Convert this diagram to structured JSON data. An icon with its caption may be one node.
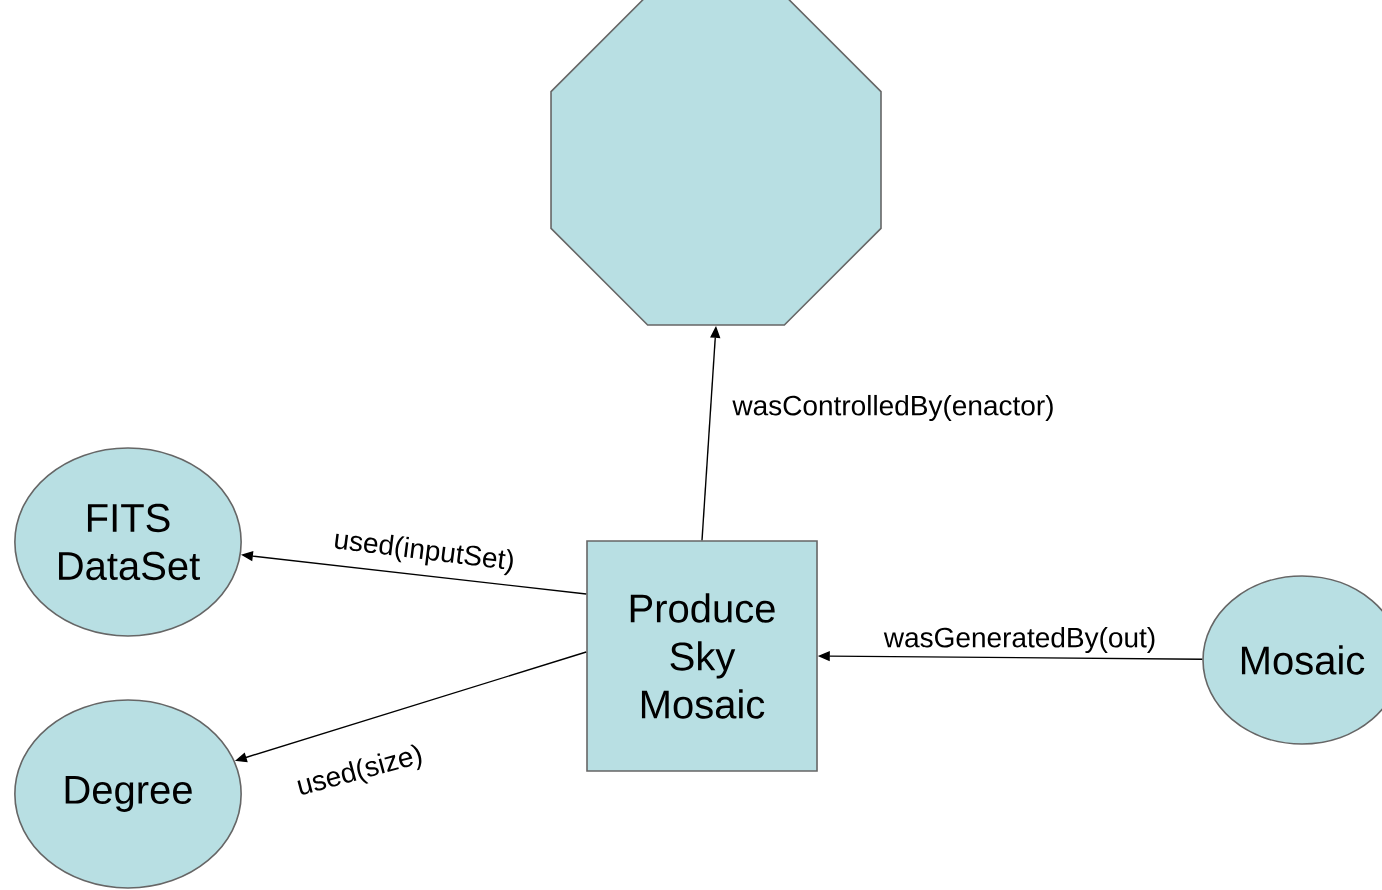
{
  "diagram": {
    "nodes": [
      {
        "text": [],
        "shape": "octagon"
      },
      {
        "text": [
          "FITS DataSet"
        ]
      },
      {
        "text": [
          "Produce Sky Mosaic"
        ]
      },
      {
        "text": [
          "Degree"
        ]
      },
      {
        "text": [
          "Mosaic"
        ]
      }
    ],
    "edges": [
      {
        "from": 2,
        "to": 0,
        "arrow": "to",
        "label": "wasControlledBy(enactor)"
      },
      {
        "from": 2,
        "to": 1,
        "arrow": "to",
        "label": "used(inputSet)"
      },
      {
        "from": 2,
        "to": 3,
        "arrow": "to",
        "label": "used(size)"
      },
      {
        "from": 4,
        "to": 2,
        "arrow": "to",
        "label": "wasGeneratedBy(out)"
      }
    ]
  }
}
